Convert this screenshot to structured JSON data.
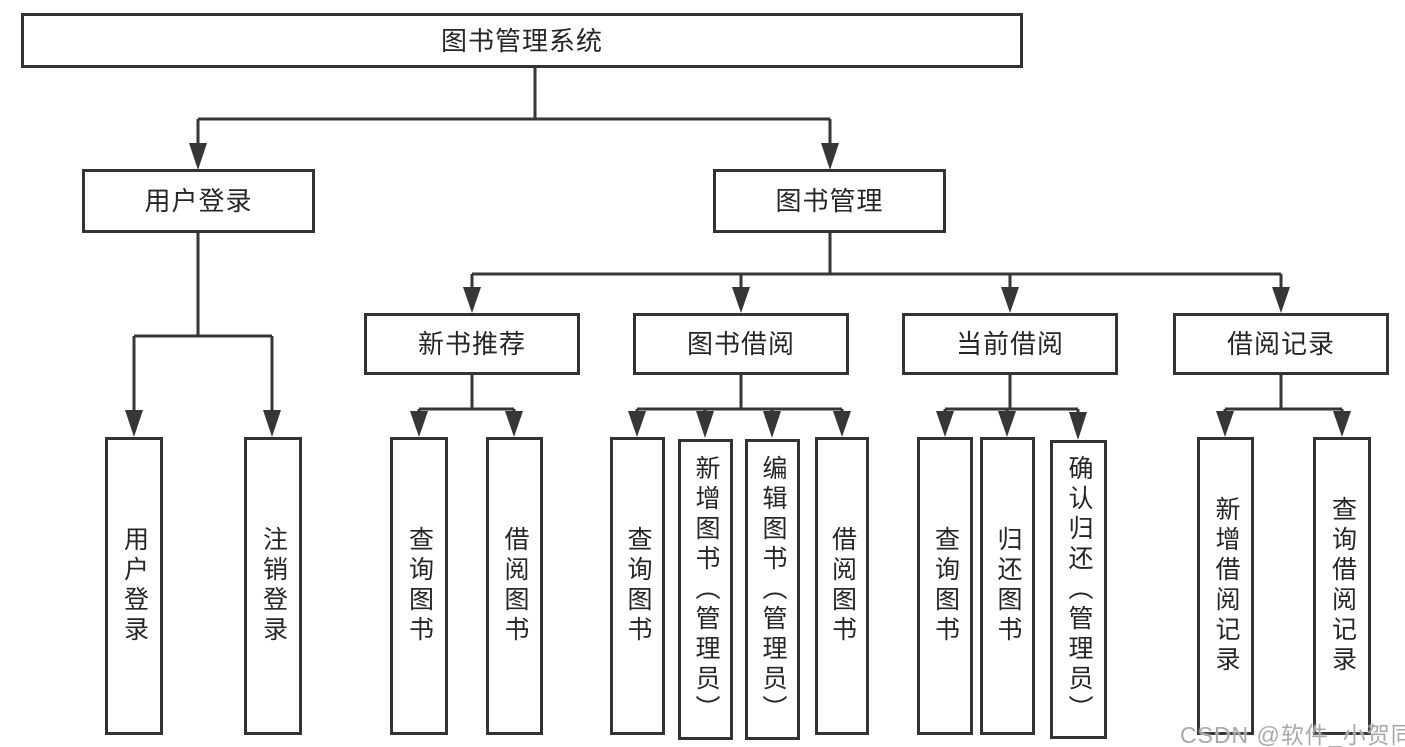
{
  "diagram": {
    "root": {
      "label": "图书管理系统"
    },
    "level2": [
      {
        "label": "用户登录"
      },
      {
        "label": "图书管理"
      }
    ],
    "level3": [
      {
        "label": "新书推荐"
      },
      {
        "label": "图书借阅"
      },
      {
        "label": "当前借阅"
      },
      {
        "label": "借阅记录"
      }
    ],
    "leaves": {
      "user_login": [
        {
          "label": "用户登录"
        },
        {
          "label": "注销登录"
        }
      ],
      "new_book": [
        {
          "label": "查询图书"
        },
        {
          "label": "借阅图书"
        }
      ],
      "borrow": [
        {
          "label": "查询图书"
        },
        {
          "label": "新增图书（管理员）"
        },
        {
          "label": "编辑图书（管理员）"
        },
        {
          "label": "借阅图书"
        }
      ],
      "current": [
        {
          "label": "查询图书"
        },
        {
          "label": "归还图书"
        },
        {
          "label": "确认归还（管理员）"
        }
      ],
      "records": [
        {
          "label": "新增借阅记录"
        },
        {
          "label": "查询借阅记录"
        }
      ]
    }
  },
  "watermark": {
    "text": "CSDN @软件_小贺同学"
  },
  "colors": {
    "line": "#363636",
    "box_border": "#333333",
    "text": "#262626",
    "watermark": "#a9a9a9",
    "background": "#ffffff"
  }
}
